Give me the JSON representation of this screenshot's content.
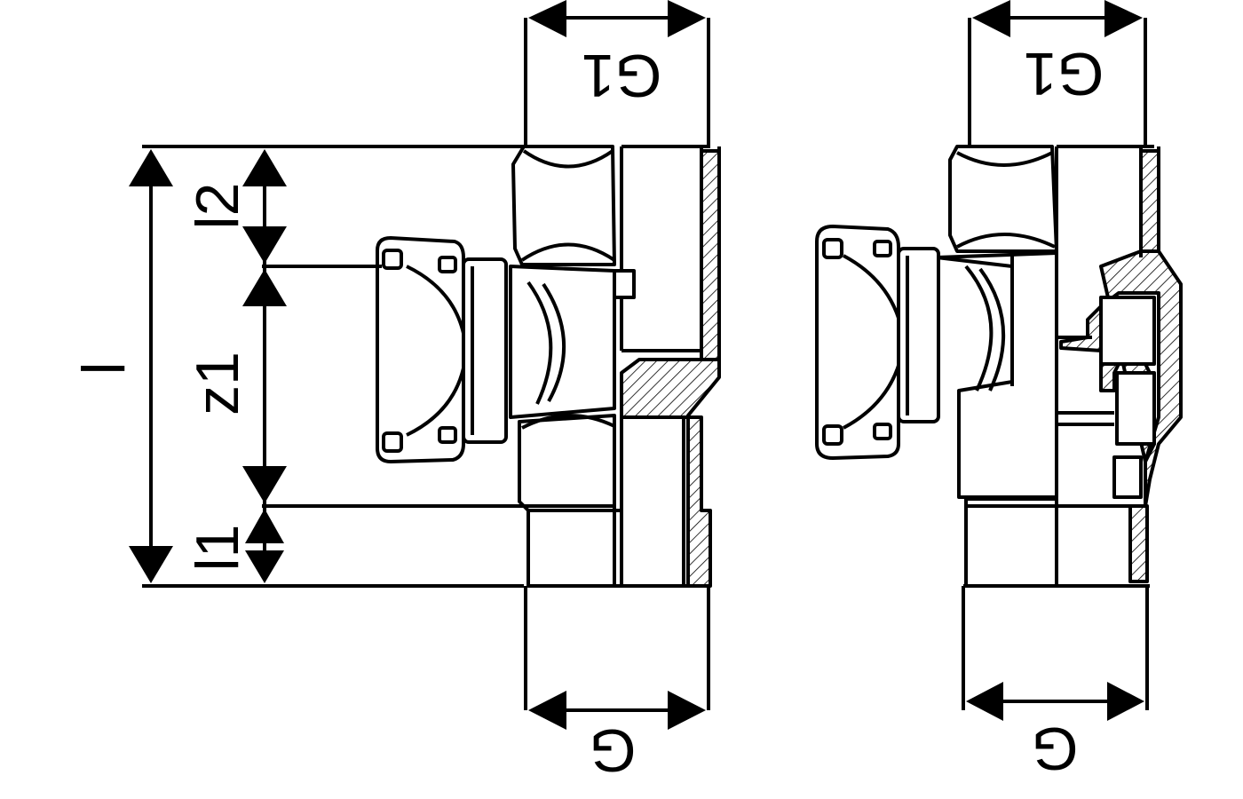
{
  "diagram": {
    "line_color": "#000000",
    "background": "#ffffff",
    "labels": {
      "overall_length": "l",
      "length_l2": "l2",
      "offset_z1": "z1",
      "length_l1": "l1",
      "outlet_thread_left": "G1",
      "outlet_thread_right": "G1",
      "inlet_thread_left": "G",
      "inlet_thread_right": "G"
    }
  }
}
